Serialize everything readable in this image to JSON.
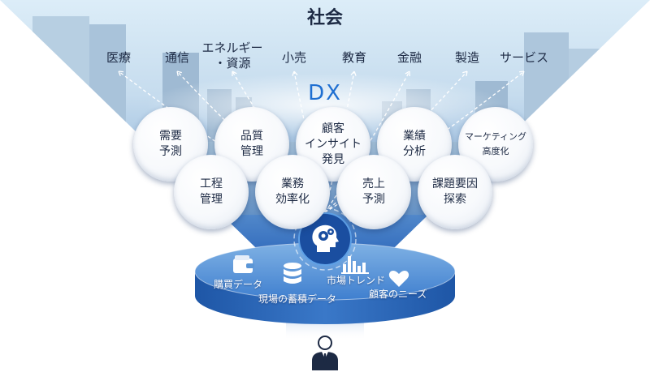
{
  "title": "社会",
  "sectors": [
    {
      "label": "医療"
    },
    {
      "label": "通信"
    },
    {
      "label": "エネルギー\n・資源"
    },
    {
      "label": "小売"
    },
    {
      "label": "教育"
    },
    {
      "label": "金融"
    },
    {
      "label": "製造"
    },
    {
      "label": "サービス"
    }
  ],
  "dx_label": "DX",
  "bubbles": [
    {
      "label": "需要\n予測"
    },
    {
      "label": "品質\n管理"
    },
    {
      "label": "顧客\nインサイト\n発見"
    },
    {
      "label": "業績\n分析"
    },
    {
      "label": "マーケティング\n高度化"
    },
    {
      "label": "工程\n管理"
    },
    {
      "label": "業務\n効率化"
    },
    {
      "label": "売上\n予測"
    },
    {
      "label": "課題要因\n探索"
    }
  ],
  "data_sources": [
    {
      "label": "購買データ",
      "icon": "wallet-icon"
    },
    {
      "label": "現場の蓄積データ",
      "icon": "database-icon"
    },
    {
      "label": "市場トレンド",
      "icon": "bar-chart-icon"
    },
    {
      "label": "顧客のニーズ",
      "icon": "heart-icon"
    }
  ],
  "hub_icon": "ai-head-gears-icon",
  "person_icon": "businessperson-icon",
  "colors": {
    "sky_top": "#cfe6f5",
    "funnel_blue": "#1f5fb8",
    "dx_blue": "#1f6fd1",
    "disc_top": "#5b96d6",
    "disc_side": "#2b63b5",
    "text_dark": "#1d2a44"
  }
}
